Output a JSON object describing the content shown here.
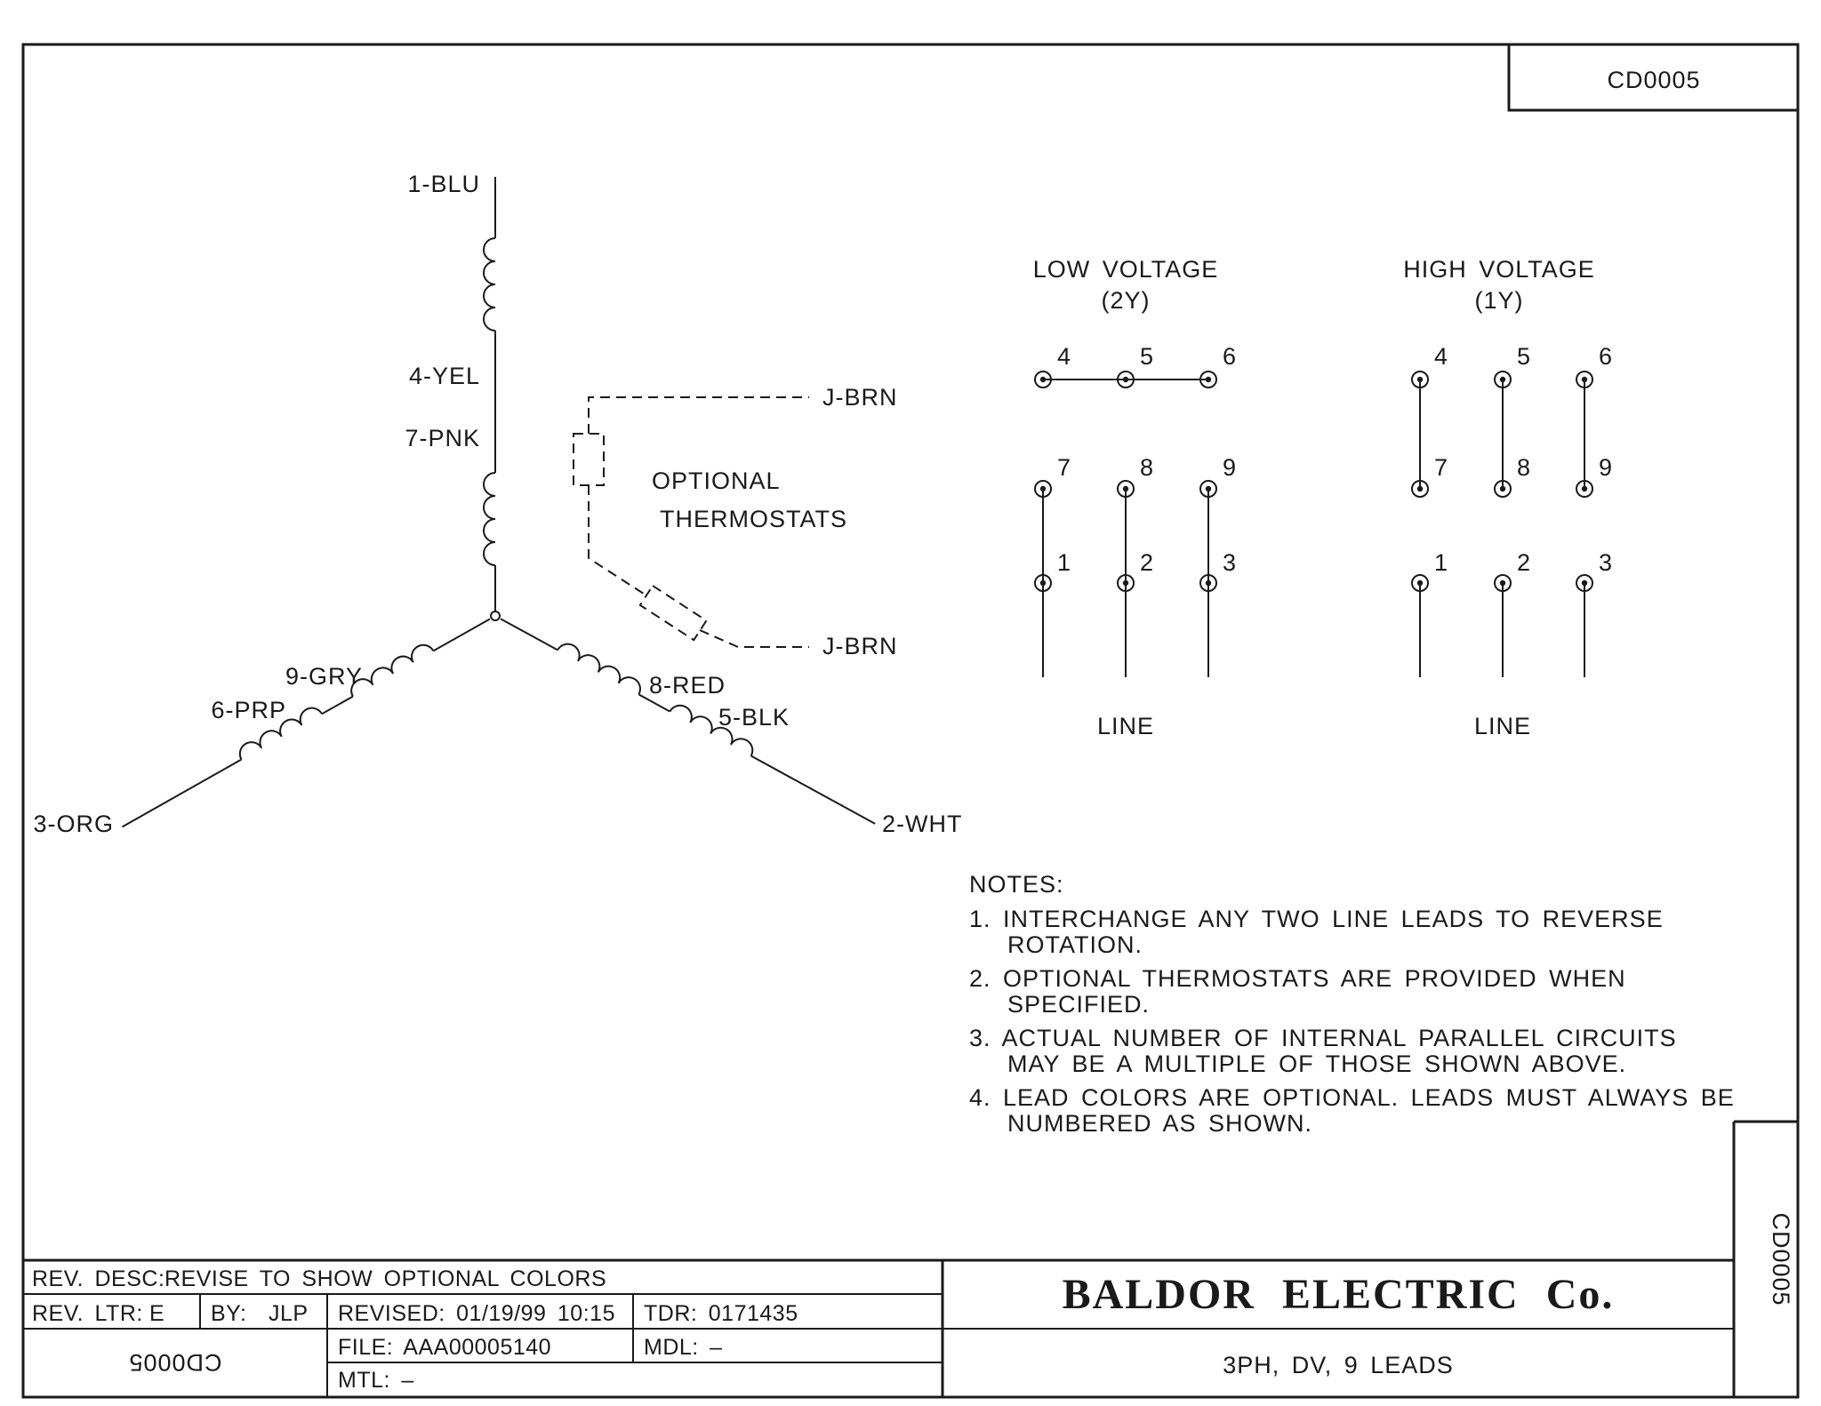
{
  "doc_number": "CD0005",
  "colors": {
    "ink": "#1a1a1a",
    "paper": "#ffffff"
  },
  "winding": {
    "leads": {
      "lead1": "1-BLU",
      "lead4": "4-YEL",
      "lead7": "7-PNK",
      "lead9": "9-GRY",
      "lead6": "6-PRP",
      "lead3": "3-ORG",
      "lead8": "8-RED",
      "lead5": "5-BLK",
      "lead2": "2-WHT"
    },
    "thermostats": {
      "top_lead": "J-BRN",
      "bottom_lead": "J-BRN",
      "caption_line1": "OPTIONAL",
      "caption_line2": "THERMOSTATS"
    }
  },
  "low_voltage": {
    "title": "LOW VOLTAGE",
    "subtitle": "(2Y)",
    "line_label": "LINE",
    "top_row": [
      "4",
      "5",
      "6"
    ],
    "mid_row": [
      "7",
      "8",
      "9"
    ],
    "bottom_row": [
      "1",
      "2",
      "3"
    ]
  },
  "high_voltage": {
    "title": "HIGH VOLTAGE",
    "subtitle": "(1Y)",
    "line_label": "LINE",
    "top_row": [
      "4",
      "5",
      "6"
    ],
    "mid_row": [
      "7",
      "8",
      "9"
    ],
    "bottom_row": [
      "1",
      "2",
      "3"
    ]
  },
  "notes": {
    "heading": "NOTES:",
    "items": [
      {
        "line1": "1. INTERCHANGE ANY TWO LINE LEADS TO REVERSE",
        "line2": "ROTATION."
      },
      {
        "line1": "2. OPTIONAL THERMOSTATS ARE PROVIDED WHEN",
        "line2": "SPECIFIED."
      },
      {
        "line1": "3. ACTUAL NUMBER OF INTERNAL PARALLEL CIRCUITS",
        "line2": "MAY BE A MULTIPLE OF THOSE SHOWN ABOVE."
      },
      {
        "line1": "4. LEAD COLORS ARE OPTIONAL.  LEADS MUST ALWAYS BE",
        "line2": "NUMBERED AS SHOWN."
      }
    ]
  },
  "title_block": {
    "rev_desc_label": "REV. DESC:",
    "rev_desc_value": "REVISE TO SHOW OPTIONAL COLORS",
    "rev_ltr_label": "REV. LTR:",
    "rev_ltr_value": "E",
    "by_label": "BY:",
    "by_value": "JLP",
    "revised": "REVISED: 01/19/99 10:15",
    "tdr": "TDR: 0171435",
    "file": "FILE: AAA00005140",
    "mdl": "MDL: –",
    "mtl": "MTL: –",
    "company": "BALDOR ELECTRIC Co.",
    "description": "3PH, DV, 9 LEADS"
  }
}
